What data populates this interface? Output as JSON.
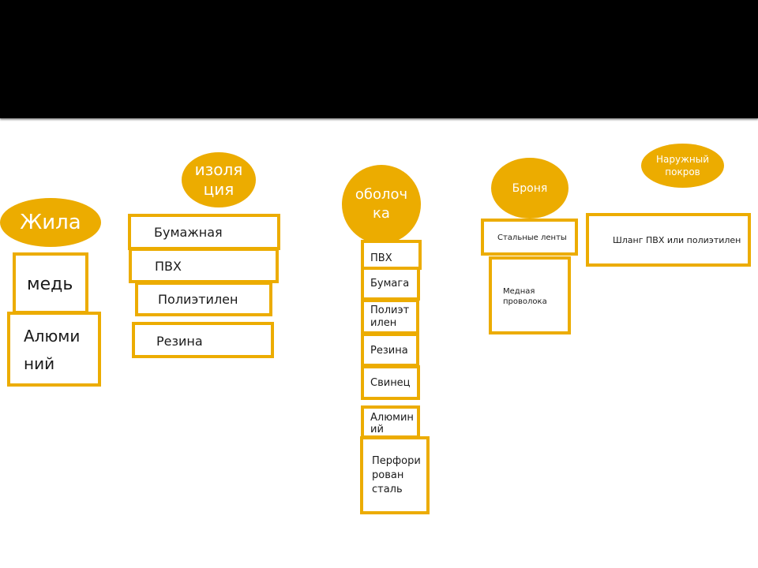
{
  "diagram": {
    "core": {
      "title": "Жила",
      "materials": [
        "медь",
        "Алюми\nний"
      ]
    },
    "insulation": {
      "title": "изоля\nция",
      "materials": [
        "Бумажная",
        "ПВХ",
        "Полиэтилен",
        "Резина"
      ]
    },
    "sheath": {
      "title": "оболоч\nка",
      "materials": [
        "ПВХ",
        "Бумага",
        "Полиэт\nилен",
        "Резина",
        "Свинец",
        "Алюмин\nий",
        "Перфори\nрован\nсталь"
      ]
    },
    "armor": {
      "title": "Броня",
      "materials": [
        "Стальные ленты",
        "Медная\nпроволока"
      ]
    },
    "outer_cover": {
      "title": "Наружный\nпокров",
      "materials": [
        "Шланг ПВХ или полиэтилен"
      ]
    }
  },
  "colors": {
    "accent": "#ecac00",
    "header": "#000000",
    "background": "#ffffff"
  }
}
